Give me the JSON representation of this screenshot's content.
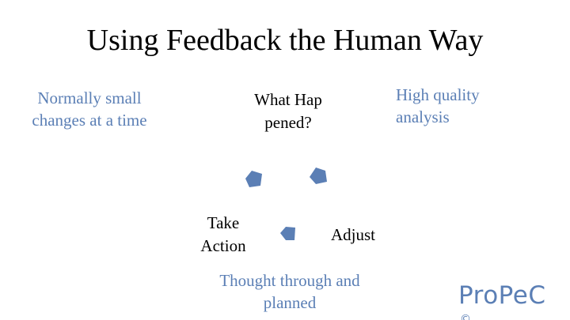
{
  "slide": {
    "title": "Using Feedback the Human Way",
    "notes": {
      "left": "Normally small changes at a time",
      "right": "High quality analysis",
      "bottom": "Thought through and planned"
    },
    "cycle": {
      "top": "What Happened?",
      "left": "Take Action",
      "right": "Adjust"
    },
    "brand": "ProPeC",
    "brand_cutoff": "©"
  },
  "colors": {
    "accent": "#5b7fb5",
    "text": "#000000",
    "background": "#ffffff"
  }
}
